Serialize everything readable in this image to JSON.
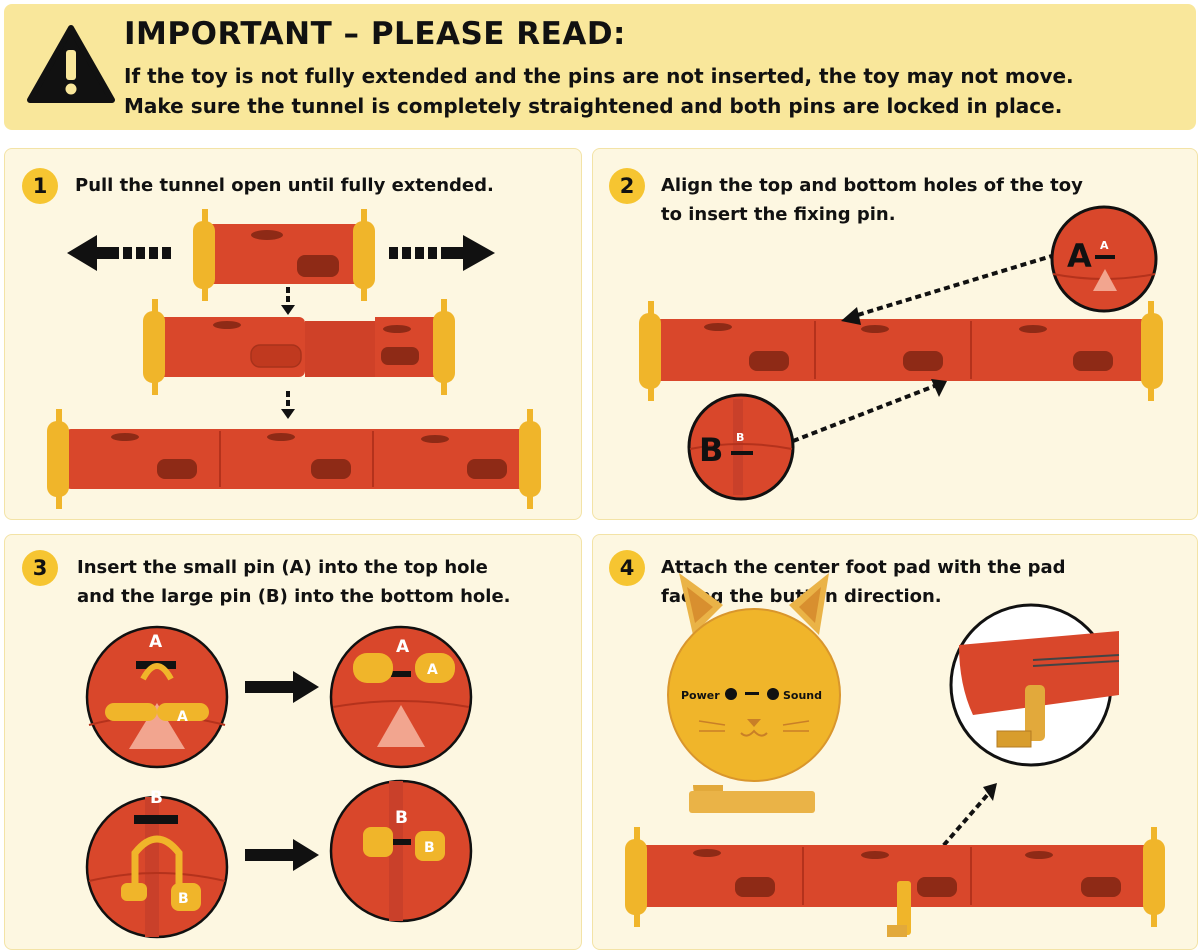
{
  "banner": {
    "title": "IMPORTANT – PLEASE READ:",
    "line1": "If the toy is not fully extended and the pins are not inserted, the toy may not move.",
    "line2": "Make sure the tunnel is completely straightened and both pins are locked in place."
  },
  "steps": [
    {
      "number": "1",
      "lines": [
        "Pull the tunnel open until fully extended."
      ]
    },
    {
      "number": "2",
      "lines": [
        "Align the top and bottom holes of the toy",
        "to insert the fixing pin."
      ]
    },
    {
      "number": "3",
      "lines": [
        "Insert the small pin (A) into the top hole",
        "and the large pin (B) into the bottom hole."
      ]
    },
    {
      "number": "4",
      "lines": [
        "Attach the center foot pad with the pad",
        "facing the button direction."
      ]
    }
  ],
  "labels": {
    "pin_a": "A",
    "pin_b": "B",
    "power": "Power",
    "sound": "Sound"
  },
  "colors": {
    "tube": "#d9472b",
    "tube_dark": "#b4321c",
    "cap": "#f0b52a",
    "banner": "#f9e79b",
    "panel": "#fdf7e1",
    "badge": "#f6c531"
  }
}
